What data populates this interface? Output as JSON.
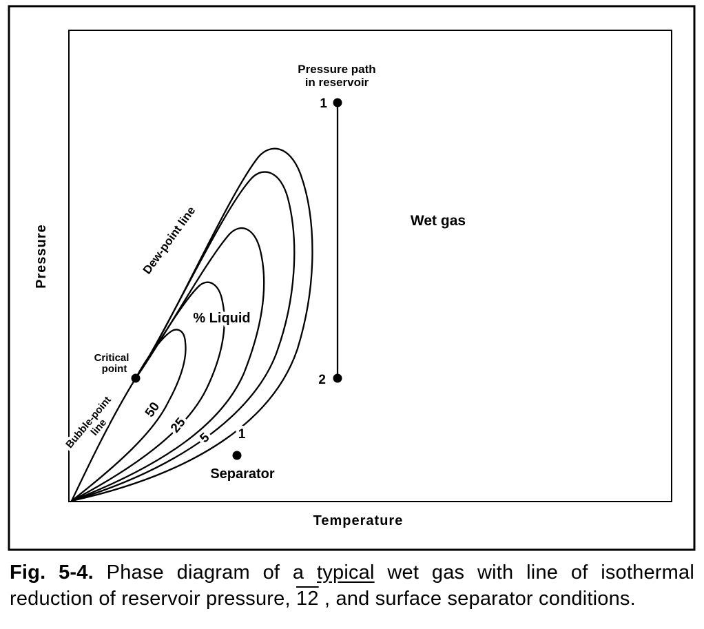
{
  "figure": {
    "y_axis_label": "Pressure",
    "x_axis_label": "Temperature",
    "region_label": "Wet gas",
    "percent_liquid_label": "% Liquid",
    "dew_point_label": "Dew-point line",
    "bubble_point_label_line1": "Bubble-point",
    "bubble_point_label_line2": "line",
    "critical_label_line1": "Critical",
    "critical_label_line2": "point",
    "pressure_path_label_line1": "Pressure path",
    "pressure_path_label_line2": "in reservoir",
    "reservoir_point_top": "1",
    "reservoir_point_bottom": "2",
    "separator_label": "Separator",
    "quality_lines": {
      "q50": "50",
      "q25": "25",
      "q5": "5",
      "q1": "1"
    }
  },
  "caption": {
    "fig_label": "Fig. 5-4.",
    "part1": "Phase diagram of a",
    "emphasized": "typical",
    "part2": "wet gas with line of isothermal",
    "line2_start": "reduction of reservoir pressure,",
    "segment": "12",
    "line2_end": ", and surface separator conditions."
  },
  "colors": {
    "ink": "#000000",
    "paper": "#ffffff"
  }
}
